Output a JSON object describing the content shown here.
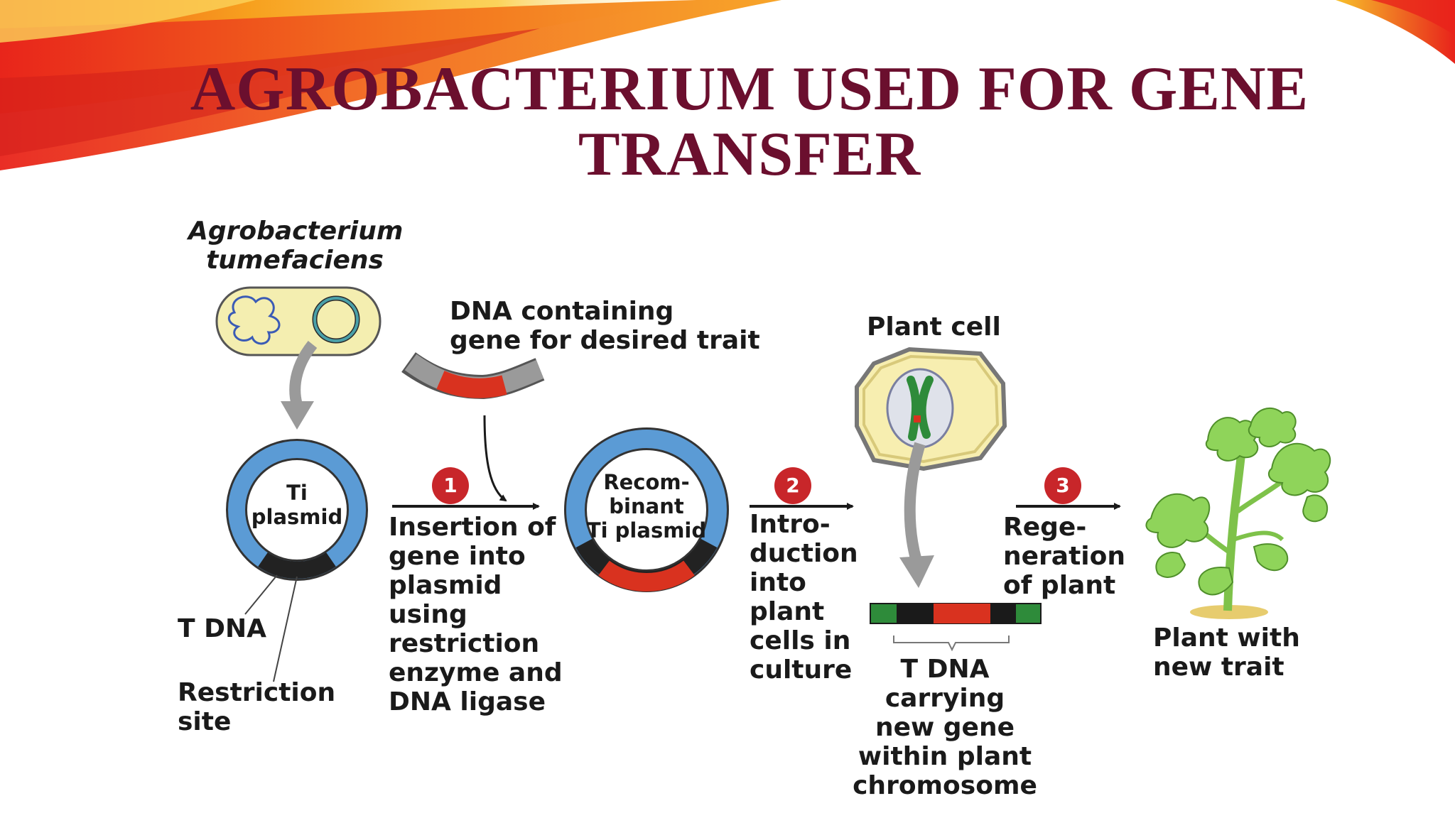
{
  "slide": {
    "title_line1": "AGROBACTERIUM USED FOR GENE",
    "title_line2": "TRANSFER"
  },
  "diagram": {
    "bacterium_label": "Agrobacterium\ntumefaciens",
    "dna_label": "DNA containing\ngene for desired trait",
    "plant_cell_label": "Plant cell",
    "ti_plasmid_label": "Ti\nplasmid",
    "t_dna_label": "T DNA",
    "restriction_site_label": "Restriction\nsite",
    "recombinant_label": "Recom-\nbinant\nTi plasmid",
    "step1": {
      "number": "1",
      "text": "Insertion of\ngene into\nplasmid\nusing\nrestriction\nenzyme and\nDNA ligase"
    },
    "step2": {
      "number": "2",
      "text": "Intro-\nduction\ninto\nplant\ncells in\nculture"
    },
    "step3": {
      "number": "3",
      "text": "Rege-\nneration\nof plant"
    },
    "t_dna_new_gene_label": "T DNA\ncarrying\nnew gene\nwithin plant\nchromosome",
    "plant_label": "Plant with\nnew trait"
  },
  "colors": {
    "title": "#6b0f2e",
    "plasmid_ring": "#5b9bd5",
    "dna_red": "#d9321f",
    "step_circle": "#c8262a",
    "cell_fill": "#f7eeb0",
    "leaf": "#8fd45a",
    "chromosome_green": "#2e8b3a"
  }
}
